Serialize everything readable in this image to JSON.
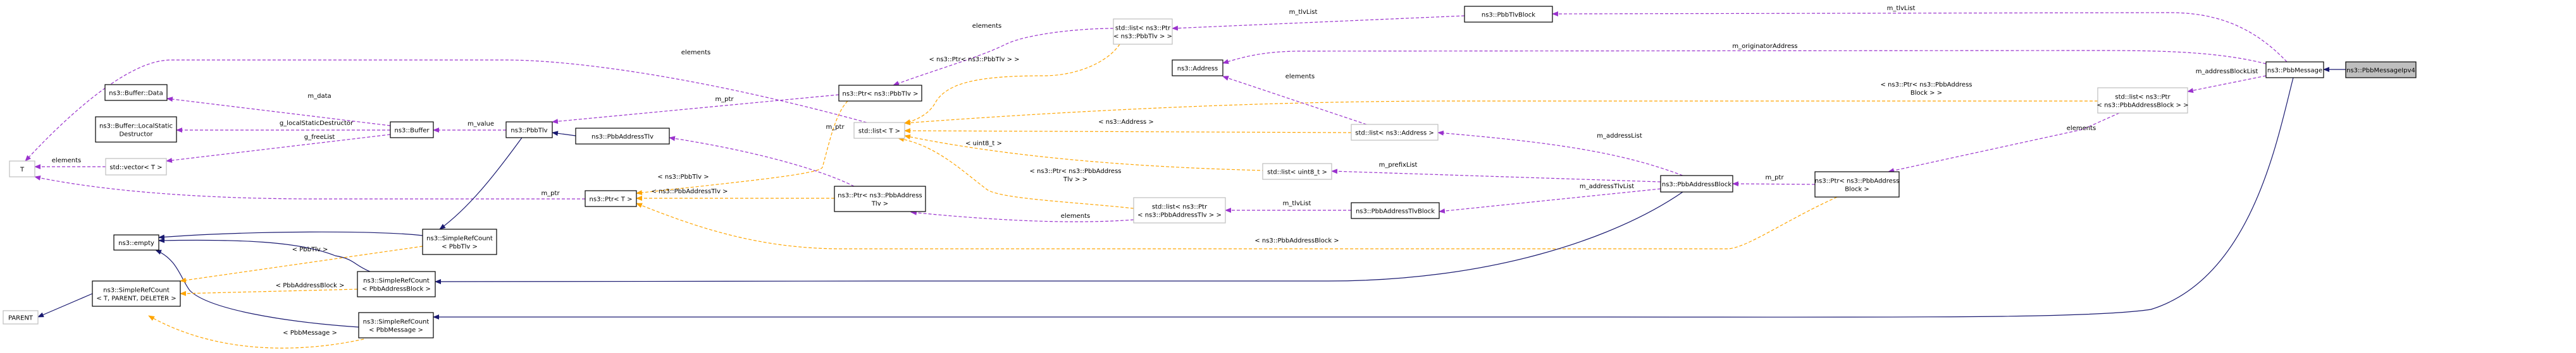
{
  "diagram": {
    "title": "Collaboration diagram for ns3::PbbMessageIpv4",
    "colors": {
      "inheritance": "#191970",
      "member": "#9a32cd",
      "template": "#ffa500",
      "selected_fill": "#bfbfbf",
      "external_border": "#bfbfbf"
    },
    "nodes": {
      "T": {
        "lines": [
          "T"
        ],
        "kind": "external"
      },
      "PARENT": {
        "lines": [
          "PARENT"
        ],
        "kind": "external"
      },
      "bufferData": {
        "lines": [
          "ns3::Buffer::Data"
        ],
        "kind": "class"
      },
      "bufferLSD": {
        "lines": [
          "ns3::Buffer::LocalStatic",
          "Destructor"
        ],
        "kind": "class"
      },
      "vectorT": {
        "lines": [
          "std::vector< T >"
        ],
        "kind": "external"
      },
      "empty": {
        "lines": [
          "ns3::empty"
        ],
        "kind": "class"
      },
      "srcTPD": {
        "lines": [
          "ns3::SimpleRefCount",
          "< T, PARENT, DELETER >"
        ],
        "kind": "class"
      },
      "buffer": {
        "lines": [
          "ns3::Buffer"
        ],
        "kind": "class"
      },
      "srcTlv": {
        "lines": [
          "ns3::SimpleRefCount",
          "< PbbTlv >"
        ],
        "kind": "class"
      },
      "srcAB": {
        "lines": [
          "ns3::SimpleRefCount",
          "< PbbAddressBlock >"
        ],
        "kind": "class"
      },
      "srcMsg": {
        "lines": [
          "ns3::SimpleRefCount",
          "< PbbMessage >"
        ],
        "kind": "class"
      },
      "pbbTlv": {
        "lines": [
          "ns3::PbbTlv"
        ],
        "kind": "class"
      },
      "pbbAddrTlv": {
        "lines": [
          "ns3::PbbAddressTlv"
        ],
        "kind": "class"
      },
      "ptrT": {
        "lines": [
          "ns3::Ptr< T >"
        ],
        "kind": "class"
      },
      "ptrPbbTlv": {
        "lines": [
          "ns3::Ptr< ns3::PbbTlv >"
        ],
        "kind": "class"
      },
      "listT": {
        "lines": [
          "std::list< T >"
        ],
        "kind": "external"
      },
      "ptrPbbAddrTlv": {
        "lines": [
          "ns3::Ptr< ns3::PbbAddress",
          "Tlv >"
        ],
        "kind": "class"
      },
      "listPtrPbbTlv": {
        "lines": [
          "std::list< ns3::Ptr",
          "< ns3::PbbTlv > >"
        ],
        "kind": "external"
      },
      "address": {
        "lines": [
          "ns3::Address"
        ],
        "kind": "class"
      },
      "listUint8": {
        "lines": [
          "std::list< uint8_t >"
        ],
        "kind": "external"
      },
      "listPtrPbbAddrTlv": {
        "lines": [
          "std::list< ns3::Ptr",
          "< ns3::PbbAddressTlv > >"
        ],
        "kind": "external"
      },
      "listAddress": {
        "lines": [
          "std::list< ns3::Address >"
        ],
        "kind": "external"
      },
      "pbbTlvBlock": {
        "lines": [
          "ns3::PbbTlvBlock"
        ],
        "kind": "class"
      },
      "pbbAddrTlvBlock": {
        "lines": [
          "ns3::PbbAddressTlvBlock"
        ],
        "kind": "class"
      },
      "pbbAddrBlock": {
        "lines": [
          "ns3::PbbAddressBlock"
        ],
        "kind": "class"
      },
      "ptrPbbAddrBlock": {
        "lines": [
          "ns3::Ptr< ns3::PbbAddress",
          "Block >"
        ],
        "kind": "class"
      },
      "listPtrPbbAddrBlock": {
        "lines": [
          "std::list< ns3::Ptr",
          "< ns3::PbbAddressBlock > >"
        ],
        "kind": "external"
      },
      "pbbMessage": {
        "lines": [
          "ns3::PbbMessage"
        ],
        "kind": "class"
      },
      "pbbMessageIpv4": {
        "lines": [
          "ns3::PbbMessageIpv4"
        ],
        "kind": "selected"
      }
    },
    "edges": [
      {
        "id": "e1",
        "from": "pbbMessageIpv4",
        "to": "pbbMessage",
        "type": "inherit",
        "label": []
      },
      {
        "id": "e2",
        "from": "pbbMessage",
        "to": "pbbTlvBlock",
        "type": "member",
        "label": [
          "m_tlvList"
        ]
      },
      {
        "id": "e3",
        "from": "pbbMessage",
        "to": "address",
        "type": "member",
        "label": [
          "m_originatorAddress"
        ]
      },
      {
        "id": "e4",
        "from": "pbbMessage",
        "to": "listPtrPbbAddrBlock",
        "type": "member",
        "label": [
          "m_addressBlockList"
        ]
      },
      {
        "id": "e5",
        "from": "pbbMessage",
        "to": "srcMsg",
        "type": "inherit",
        "label": []
      },
      {
        "id": "e6",
        "from": "listPtrPbbAddrBlock",
        "to": "ptrPbbAddrBlock",
        "type": "member",
        "label": [
          "elements"
        ]
      },
      {
        "id": "e7",
        "from": "listPtrPbbAddrBlock",
        "to": "listT",
        "type": "template",
        "label": [
          "< ns3::Ptr< ns3::PbbAddress",
          "Block > >"
        ]
      },
      {
        "id": "e8",
        "from": "ptrPbbAddrBlock",
        "to": "pbbAddrBlock",
        "type": "member",
        "label": [
          "m_ptr"
        ]
      },
      {
        "id": "e9",
        "from": "ptrPbbAddrBlock",
        "to": "ptrT",
        "type": "template",
        "label": [
          "< ns3::PbbAddressBlock >"
        ]
      },
      {
        "id": "e10",
        "from": "pbbAddrBlock",
        "to": "listAddress",
        "type": "member",
        "label": [
          "m_addressList"
        ]
      },
      {
        "id": "e11",
        "from": "pbbAddrBlock",
        "to": "listUint8",
        "type": "member",
        "label": [
          "m_prefixList"
        ]
      },
      {
        "id": "e12",
        "from": "pbbAddrBlock",
        "to": "pbbAddrTlvBlock",
        "type": "member",
        "label": [
          "m_addressTlvList"
        ]
      },
      {
        "id": "e13",
        "from": "pbbAddrBlock",
        "to": "srcAB",
        "type": "inherit",
        "label": []
      },
      {
        "id": "e14",
        "from": "pbbTlvBlock",
        "to": "listPtrPbbTlv",
        "type": "member",
        "label": [
          "m_tlvList"
        ]
      },
      {
        "id": "e15",
        "from": "pbbAddrTlvBlock",
        "to": "listPtrPbbAddrTlv",
        "type": "member",
        "label": [
          "m_tlvList"
        ]
      },
      {
        "id": "e16",
        "from": "listAddress",
        "to": "address",
        "type": "member",
        "label": [
          "elements"
        ]
      },
      {
        "id": "e17",
        "from": "listAddress",
        "to": "listT",
        "type": "template",
        "label": [
          "< ns3::Address >"
        ]
      },
      {
        "id": "e18",
        "from": "listUint8",
        "to": "listT",
        "type": "template",
        "label": [
          "< uint8_t >"
        ]
      },
      {
        "id": "e19",
        "from": "listPtrPbbAddrTlv",
        "to": "listT",
        "type": "template",
        "label": [
          "< ns3::Ptr< ns3::PbbAddress",
          "Tlv > >"
        ]
      },
      {
        "id": "e20",
        "from": "listPtrPbbAddrTlv",
        "to": "ptrPbbAddrTlv",
        "type": "member",
        "label": [
          "elements"
        ]
      },
      {
        "id": "e21",
        "from": "listPtrPbbTlv",
        "to": "ptrPbbTlv",
        "type": "member",
        "label": [
          "elements"
        ]
      },
      {
        "id": "e22",
        "from": "listPtrPbbTlv",
        "to": "listT",
        "type": "template",
        "label": [
          "< ns3::Ptr< ns3::PbbTlv > >"
        ]
      },
      {
        "id": "e23",
        "from": "listT",
        "to": "T",
        "type": "member",
        "label": [
          "elements"
        ]
      },
      {
        "id": "e24",
        "from": "ptrPbbTlv",
        "to": "pbbTlv",
        "type": "member",
        "label": [
          "m_ptr"
        ]
      },
      {
        "id": "e25",
        "from": "ptrPbbTlv",
        "to": "ptrT",
        "type": "template",
        "label": [
          "< ns3::PbbTlv >"
        ]
      },
      {
        "id": "e26",
        "from": "ptrPbbAddrTlv",
        "to": "pbbAddrTlv",
        "type": "member",
        "label": [
          "m_ptr"
        ]
      },
      {
        "id": "e27",
        "from": "ptrPbbAddrTlv",
        "to": "ptrT",
        "type": "template",
        "label": [
          "< ns3::PbbAddressTlv >"
        ]
      },
      {
        "id": "e28",
        "from": "ptrT",
        "to": "T",
        "type": "member",
        "label": [
          "m_ptr"
        ]
      },
      {
        "id": "e29",
        "from": "pbbAddrTlv",
        "to": "pbbTlv",
        "type": "inherit",
        "label": []
      },
      {
        "id": "e30",
        "from": "pbbTlv",
        "to": "buffer",
        "type": "member",
        "label": [
          "m_value"
        ]
      },
      {
        "id": "e31",
        "from": "pbbTlv",
        "to": "srcTlv",
        "type": "inherit",
        "label": []
      },
      {
        "id": "e32",
        "from": "buffer",
        "to": "bufferData",
        "type": "member",
        "label": [
          "m_data"
        ]
      },
      {
        "id": "e33",
        "from": "buffer",
        "to": "bufferLSD",
        "type": "member",
        "label": [
          "g_localStaticDestructor"
        ]
      },
      {
        "id": "e34",
        "from": "buffer",
        "to": "vectorT",
        "type": "member",
        "label": [
          "g_freeList"
        ]
      },
      {
        "id": "e35",
        "from": "vectorT",
        "to": "T",
        "type": "member",
        "label": [
          "elements"
        ]
      },
      {
        "id": "e36",
        "from": "srcTlv",
        "to": "empty",
        "type": "inherit",
        "label": []
      },
      {
        "id": "e37",
        "from": "srcAB",
        "to": "empty",
        "type": "inherit",
        "label": []
      },
      {
        "id": "e38",
        "from": "srcMsg",
        "to": "empty",
        "type": "inherit",
        "label": []
      },
      {
        "id": "e39",
        "from": "srcTlv",
        "to": "srcTPD",
        "type": "template",
        "label": [
          "< PbbTlv >"
        ]
      },
      {
        "id": "e40",
        "from": "srcAB",
        "to": "srcTPD",
        "type": "template",
        "label": [
          "< PbbAddressBlock >"
        ]
      },
      {
        "id": "e41",
        "from": "srcMsg",
        "to": "srcTPD",
        "type": "template",
        "label": [
          "< PbbMessage >"
        ]
      },
      {
        "id": "e42",
        "from": "srcTPD",
        "to": "PARENT",
        "type": "inherit",
        "label": []
      }
    ]
  }
}
